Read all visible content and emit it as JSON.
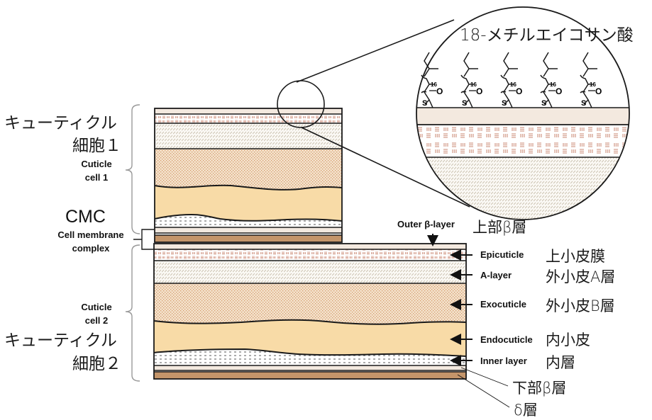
{
  "title": "Hair cuticle layer structure",
  "left_labels": {
    "cell1_jp_line1": "キューティクル",
    "cell1_jp_line2": "細胞１",
    "cell1_en_line1": "Cuticle",
    "cell1_en_line2": "cell 1",
    "cmc_abbr": "CMC",
    "cmc_en_line1": "Cell membrane",
    "cmc_en_line2": "complex",
    "cell2_en_line1": "Cuticle",
    "cell2_en_line2": "cell 2",
    "cell2_jp_line1": "キューティクル",
    "cell2_jp_line2": "細胞２"
  },
  "inset": {
    "title": "18-メチルエイコサン酸",
    "molecule_count": 5,
    "repeat_subscript": "16",
    "oxygen": "O",
    "sulfur": "S"
  },
  "layers": [
    {
      "key": "outer_beta",
      "en": "Outer β-layer",
      "jp": "上部β層"
    },
    {
      "key": "epicuticle",
      "en": "Epicuticle",
      "jp": "上小皮膜"
    },
    {
      "key": "a_layer",
      "en": "A-layer",
      "jp": "外小皮A層"
    },
    {
      "key": "exocuticle",
      "en": "Exocuticle",
      "jp": "外小皮B層"
    },
    {
      "key": "endocuticle",
      "en": "Endocuticle",
      "jp": "内小皮"
    },
    {
      "key": "inner_layer",
      "en": "Inner layer",
      "jp": "内層"
    },
    {
      "key": "lower_beta",
      "en": "",
      "jp": "下部β層"
    },
    {
      "key": "delta",
      "en": "",
      "jp": "δ層"
    }
  ],
  "colors": {
    "beta_layer": "#f3e9df",
    "epicuticle_marks": "#d9a99a",
    "a_layer_hatch": "#c9c0ae",
    "exocuticle_dots": "#d79e6e",
    "exocuticle_bg": "#f2dcc0",
    "endocuticle": "#f8dba7",
    "inner_layer_dash": "#666666",
    "delta_layer": "#c4956a",
    "outline": "#1a1a1a"
  }
}
